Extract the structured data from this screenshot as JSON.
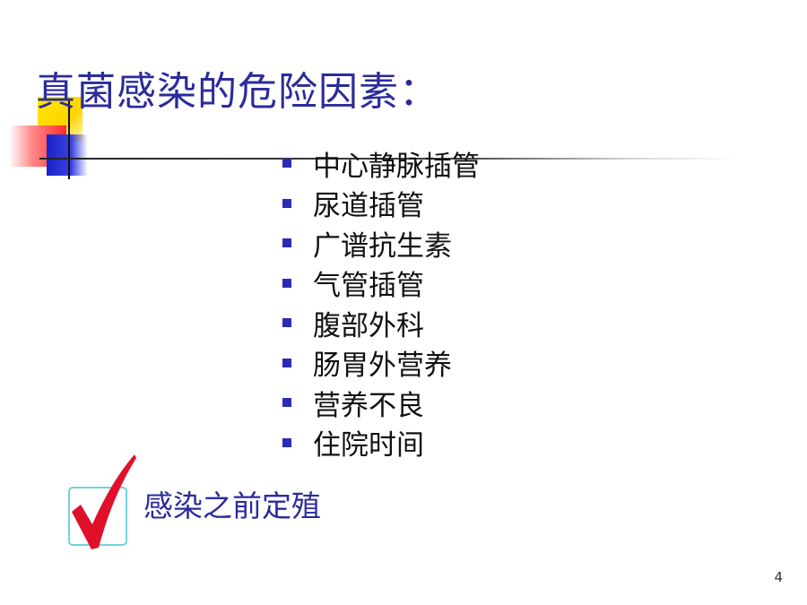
{
  "title": "真菌感染的危险因素：",
  "bullets": [
    "中心静脉插管",
    "尿道插管",
    "广谱抗生素",
    "气管插管",
    "腹部外科",
    "肠胃外营养",
    "营养不良",
    "住院时间"
  ],
  "checked_item": "感染之前定殖",
  "page_number": "4",
  "colors": {
    "title": "#2b2b9c",
    "bullet_marker": "#2b2bb8",
    "checkmark": "#e0102a",
    "checkbox_border": "#6fd4e0"
  },
  "icons": {
    "check": "checkmark-icon",
    "bullet": "square-bullet-icon"
  }
}
